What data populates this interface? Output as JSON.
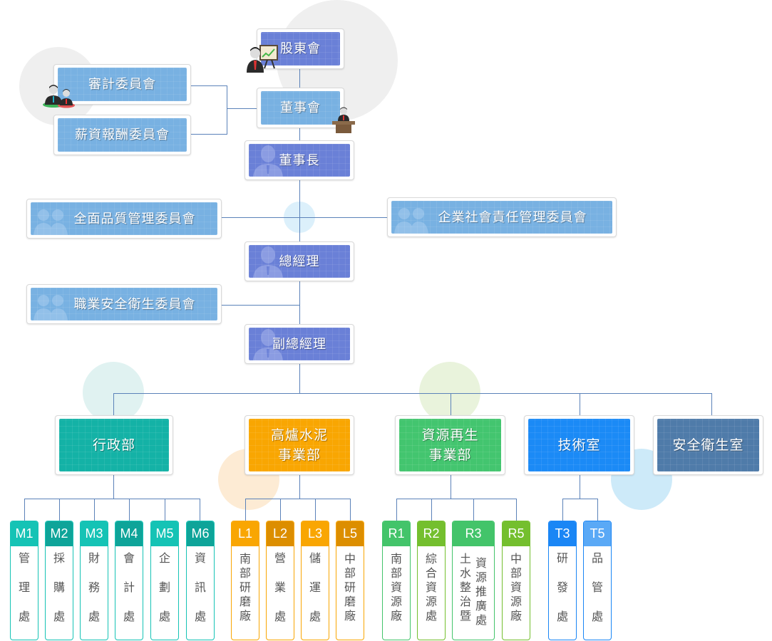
{
  "chart": {
    "top": {
      "shareholders": {
        "label": "股東會"
      },
      "board": {
        "label": "董事會"
      },
      "chairman": {
        "label": "董事長"
      },
      "president": {
        "label": "總經理"
      },
      "vice_president": {
        "label": "副總經理"
      }
    },
    "committees": {
      "audit": {
        "label": "審計委員會"
      },
      "compensation": {
        "label": "薪資報酬委員會"
      },
      "tqm": {
        "label": "全面品質管理委員會"
      },
      "csr": {
        "label": "企業社會責任管理委員會"
      },
      "ohs": {
        "label": "職業安全衛生委員會"
      }
    },
    "departments": [
      {
        "label_lines": [
          "行政部"
        ],
        "color": "#14b2a6"
      },
      {
        "label_lines": [
          "高爐水泥",
          "事業部"
        ],
        "color": "#f9a602"
      },
      {
        "label_lines": [
          "資源再生",
          "事業部"
        ],
        "color": "#43c56f"
      },
      {
        "label_lines": [
          "技術室"
        ],
        "color": "#1b8af6"
      },
      {
        "label_lines": [
          "安全衛生室"
        ],
        "color": "#4f7ba9"
      }
    ],
    "units": {
      "admin": [
        {
          "code": "M1",
          "name": "管理處",
          "header_color": "#15c3b5"
        },
        {
          "code": "M2",
          "name": "採購處",
          "header_color": "#0ea499"
        },
        {
          "code": "M3",
          "name": "財務處",
          "header_color": "#15c3b5"
        },
        {
          "code": "M4",
          "name": "會計處",
          "header_color": "#0ea499"
        },
        {
          "code": "M5",
          "name": "企劃處",
          "header_color": "#15c3b5"
        },
        {
          "code": "M6",
          "name": "資訊處",
          "header_color": "#0ea499"
        }
      ],
      "cement": [
        {
          "code": "L1",
          "name": "南部研磨廠",
          "header_color": "#f9a602"
        },
        {
          "code": "L2",
          "name": "營業處",
          "header_color": "#dc8e00"
        },
        {
          "code": "L3",
          "name": "儲運處",
          "header_color": "#f9a602"
        },
        {
          "code": "L5",
          "name": "中部研磨廠",
          "header_color": "#dc8e00"
        }
      ],
      "recycling": [
        {
          "code": "R1",
          "name": "南部資源廠",
          "header_color": "#43c46a"
        },
        {
          "code": "R2",
          "name": "綜合資源處",
          "header_color": "#74bf2e"
        },
        {
          "code": "R3",
          "name_columns": [
            "土水整治暨",
            "資源推廣處"
          ],
          "header_color": "#43c46a"
        },
        {
          "code": "R5",
          "name": "中部資源廠",
          "header_color": "#74bf2e"
        }
      ],
      "tech": [
        {
          "code": "T3",
          "name": "研發處",
          "header_color": "#1a86f5"
        },
        {
          "code": "T5",
          "name": "品管處",
          "header_color": "#5aa9f6"
        }
      ]
    },
    "icons": {
      "shareholders": "presenter-chart-icon",
      "board": "speaker-podium-icon",
      "audit": "two-people-icon",
      "person": "person-silhouette-icon",
      "group": "group-silhouette-icon"
    }
  }
}
